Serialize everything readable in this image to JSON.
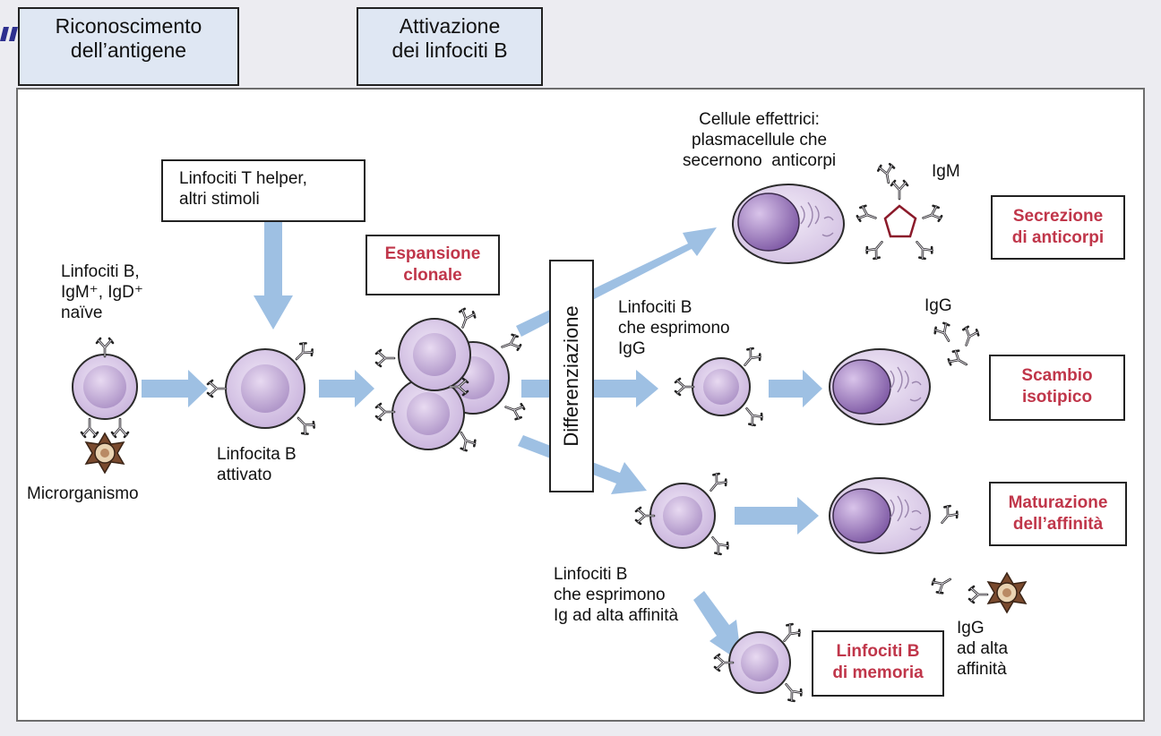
{
  "phases": {
    "recognition": "Riconoscimento\ndell’antigene",
    "activation": "Attivazione\ndei linfociti B"
  },
  "labels": {
    "naive_b": "Linfociti B,\nIgM⁺, IgD⁺\nnaïve",
    "microorganism": "Microrganismo",
    "activated_b": "Linfocita B\nattivato",
    "t_helper": "Linfociti T helper,\naltri stimoli",
    "differentiation": "Differenziazione",
    "effector_cells": "Cellule effettrici:\nplasmacellule che\nsecernono  anticorpi",
    "igm": "IgM",
    "b_igg": "Linfociti B\nche esprimono\nIgG",
    "igg": "IgG",
    "b_high_affinity": "Linfociti B\nche esprimono\nIg ad alta affinità",
    "igg_high_affinity": "IgG\nad alta\naffinità"
  },
  "outcomes": {
    "clonal_expansion": "Espansione\nclonale",
    "antibody_secretion": "Secrezione\ndi anticorpi",
    "isotype_switch": "Scambio\nisotipico",
    "affinity_maturation": "Maturazione\ndell’affinità",
    "memory_b": "Linfociti B\ndi memoria"
  },
  "colors": {
    "arrow": "#9ec0e3",
    "cell_fill": "#d8c8e6",
    "cell_nucleus": "#b79acd",
    "outcome_text": "#c0364a",
    "phase_box": "#dfe7f3"
  }
}
